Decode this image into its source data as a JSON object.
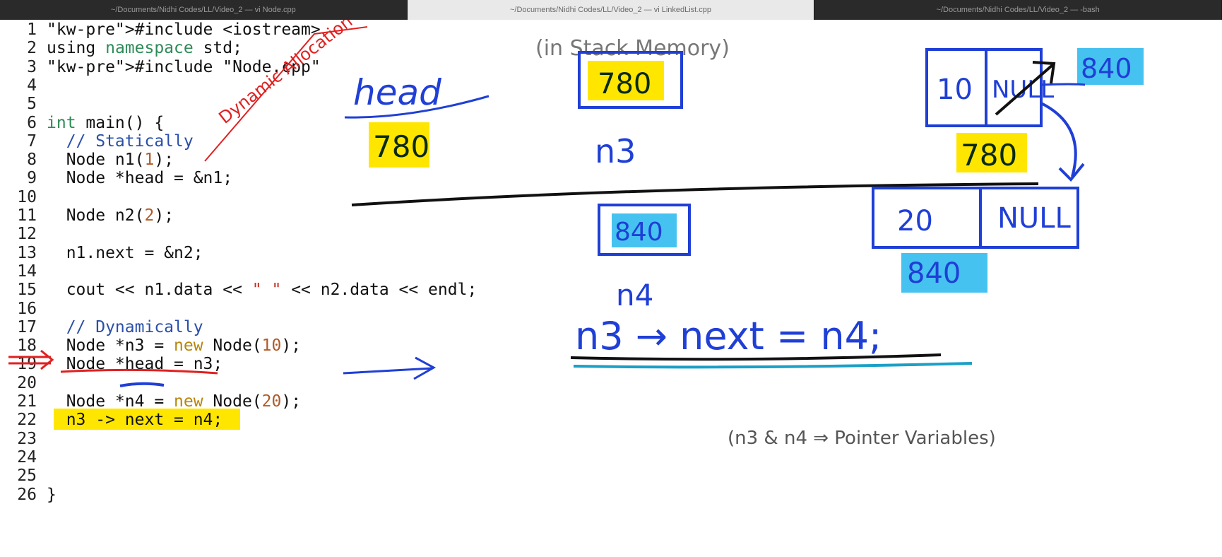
{
  "tabs": [
    {
      "title": "~/Documents/Nidhi Codes/LL/Video_2 — vi Node.cpp"
    },
    {
      "title": "~/Documents/Nidhi Codes/LL/Video_2 — vi LinkedList.cpp"
    },
    {
      "title": "~/Documents/Nidhi Codes/LL/Video_2 — -bash"
    }
  ],
  "code": {
    "lines": [
      {
        "n": "1",
        "t": "#include <iostream>"
      },
      {
        "n": "2",
        "t": "using namespace std;"
      },
      {
        "n": "3",
        "t": "#include \"Node.cpp\""
      },
      {
        "n": "4",
        "t": ""
      },
      {
        "n": "5",
        "t": ""
      },
      {
        "n": "6",
        "t": "int main() {"
      },
      {
        "n": "7",
        "t": "  // Statically"
      },
      {
        "n": "8",
        "t": "  Node n1(1);"
      },
      {
        "n": "9",
        "t": "  Node *head = &n1;"
      },
      {
        "n": "10",
        "t": ""
      },
      {
        "n": "11",
        "t": "  Node n2(2);"
      },
      {
        "n": "12",
        "t": ""
      },
      {
        "n": "13",
        "t": "  n1.next = &n2;"
      },
      {
        "n": "14",
        "t": ""
      },
      {
        "n": "15",
        "t": "  cout << n1.data << \" \" << n2.data << endl;"
      },
      {
        "n": "16",
        "t": ""
      },
      {
        "n": "17",
        "t": "  // Dynamically"
      },
      {
        "n": "18",
        "t": "  Node *n3 = new Node(10);"
      },
      {
        "n": "19",
        "t": "  Node *head = n3;"
      },
      {
        "n": "20",
        "t": ""
      },
      {
        "n": "21",
        "t": "  Node *n4 = new Node(20);"
      },
      {
        "n": "22",
        "t": "  n3 -> next = n4;"
      },
      {
        "n": "23",
        "t": ""
      },
      {
        "n": "24",
        "t": ""
      },
      {
        "n": "25",
        "t": ""
      },
      {
        "n": "26",
        "t": "}"
      }
    ]
  },
  "annotations": {
    "dynamic_allocation": "Dynamic Allocation :",
    "stack_memory": "(in Stack Memory)",
    "head_label": "head",
    "head_value": "780",
    "n3_box_value": "780",
    "n3_label": "n3",
    "node1_data": "10",
    "node1_next": "NULL",
    "node1_addr": "780",
    "node1_pointer": "840",
    "n4_box_value": "840",
    "n4_label": "n4",
    "node2_data": "20",
    "node2_next": "NULL",
    "node2_addr": "840",
    "assignment": "n3 → next = n4;",
    "pointer_note": "(n3 & n4 ⇒ Pointer Variables)"
  },
  "colors": {
    "ink_blue": "#1f3fd6",
    "ink_black": "#111111",
    "ink_red": "#e02020",
    "highlight_yellow": "#ffe600",
    "highlight_cyan": "#46c2f0"
  }
}
